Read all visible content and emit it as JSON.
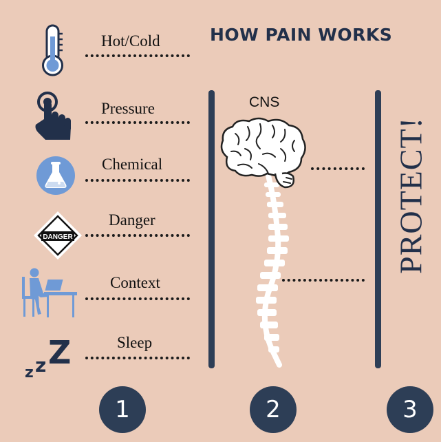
{
  "title": "HOW PAIN WORKS",
  "stimuli": [
    {
      "label": "Hot/Cold",
      "icon": "thermometer-icon"
    },
    {
      "label": "Pressure",
      "icon": "pointing-hand-icon"
    },
    {
      "label": "Chemical",
      "icon": "flask-icon"
    },
    {
      "label": "Danger",
      "icon": "danger-sign-icon",
      "sign_text": "DANGER"
    },
    {
      "label": "Context",
      "icon": "person-at-desk-icon"
    },
    {
      "label": "Sleep",
      "icon": "zzz-icon",
      "glyph": "ZZZ"
    }
  ],
  "cns_label": "CNS",
  "output_label": "PROTECT!",
  "steps": [
    "1",
    "2",
    "3"
  ],
  "colors": {
    "background": "#ebcbb9",
    "navy": "#2d3e56",
    "icon_blue": "#6f9ad6"
  }
}
